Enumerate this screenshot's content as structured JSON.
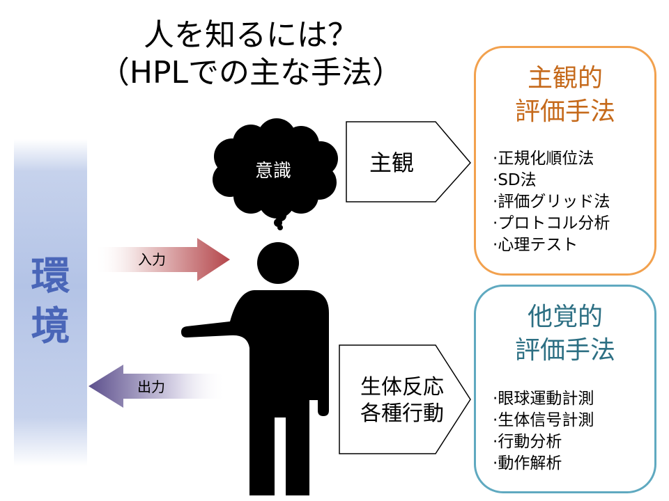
{
  "title": {
    "line1": "人を知るには？",
    "line2": "（HPLでの主な手法）"
  },
  "environment": {
    "label_1": "環",
    "label_2": "境"
  },
  "arrows": {
    "input_label": "入力",
    "output_label": "出力"
  },
  "consciousness": {
    "label": "意識"
  },
  "subjective": {
    "label": "主観"
  },
  "behavior": {
    "line1": "生体反応",
    "line2": "各種行動"
  },
  "subjective_methods": {
    "title_line1": "主観的",
    "title_line2": "評価手法",
    "items": [
      "正規化順位法",
      "SD法",
      "評価グリッド法",
      "プロトコル分析",
      "心理テスト"
    ]
  },
  "objective_methods": {
    "title_line1": "他覚的",
    "title_line2": "評価手法",
    "items": [
      "眼球運動計測",
      "生体信号計測",
      "行動分析",
      "動作解析"
    ]
  },
  "colors": {
    "subjective_border": "#f2a14e",
    "subjective_title": "#c5691a",
    "objective_border": "#5fa9c0",
    "objective_title": "#2c6f83",
    "environment_text": "#4a66b8",
    "input_arrow": "#b4464b",
    "output_arrow": "#5c4f8c"
  },
  "icons": {
    "person": "person-silhouette-icon",
    "cloud": "thought-cloud-icon"
  }
}
